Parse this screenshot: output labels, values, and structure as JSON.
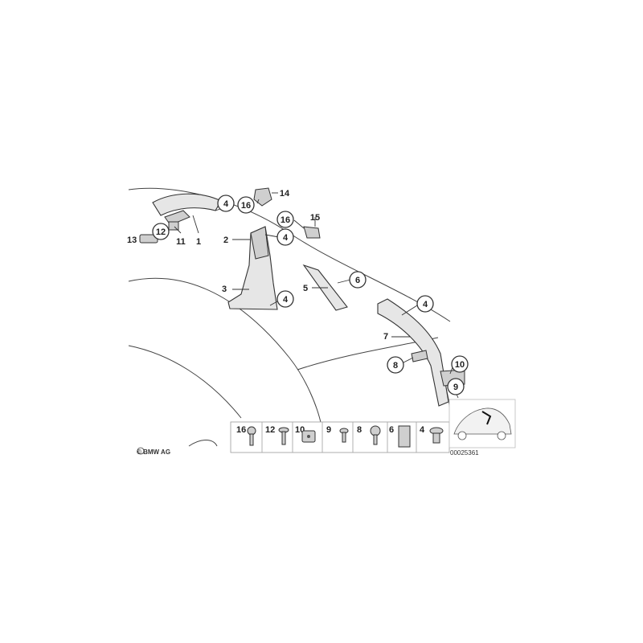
{
  "callouts": {
    "c1": "1",
    "c2": "2",
    "c3": "3",
    "c4a": "4",
    "c4b": "4",
    "c4c": "4",
    "c4d": "4",
    "c5": "5",
    "c6": "6",
    "c7": "7",
    "c8": "8",
    "c9": "9",
    "c10": "10",
    "c11": "11",
    "c12": "12",
    "c13": "13",
    "c14": "14",
    "c15": "15",
    "c16a": "16",
    "c16b": "16"
  },
  "fasteners": [
    "16",
    "12",
    "10",
    "9",
    "8",
    "6",
    "4"
  ],
  "copyright": "© BMW AG",
  "diagram_number": "00025361",
  "icons": [
    "car-locator-icon",
    "bmw-logo-icon"
  ]
}
